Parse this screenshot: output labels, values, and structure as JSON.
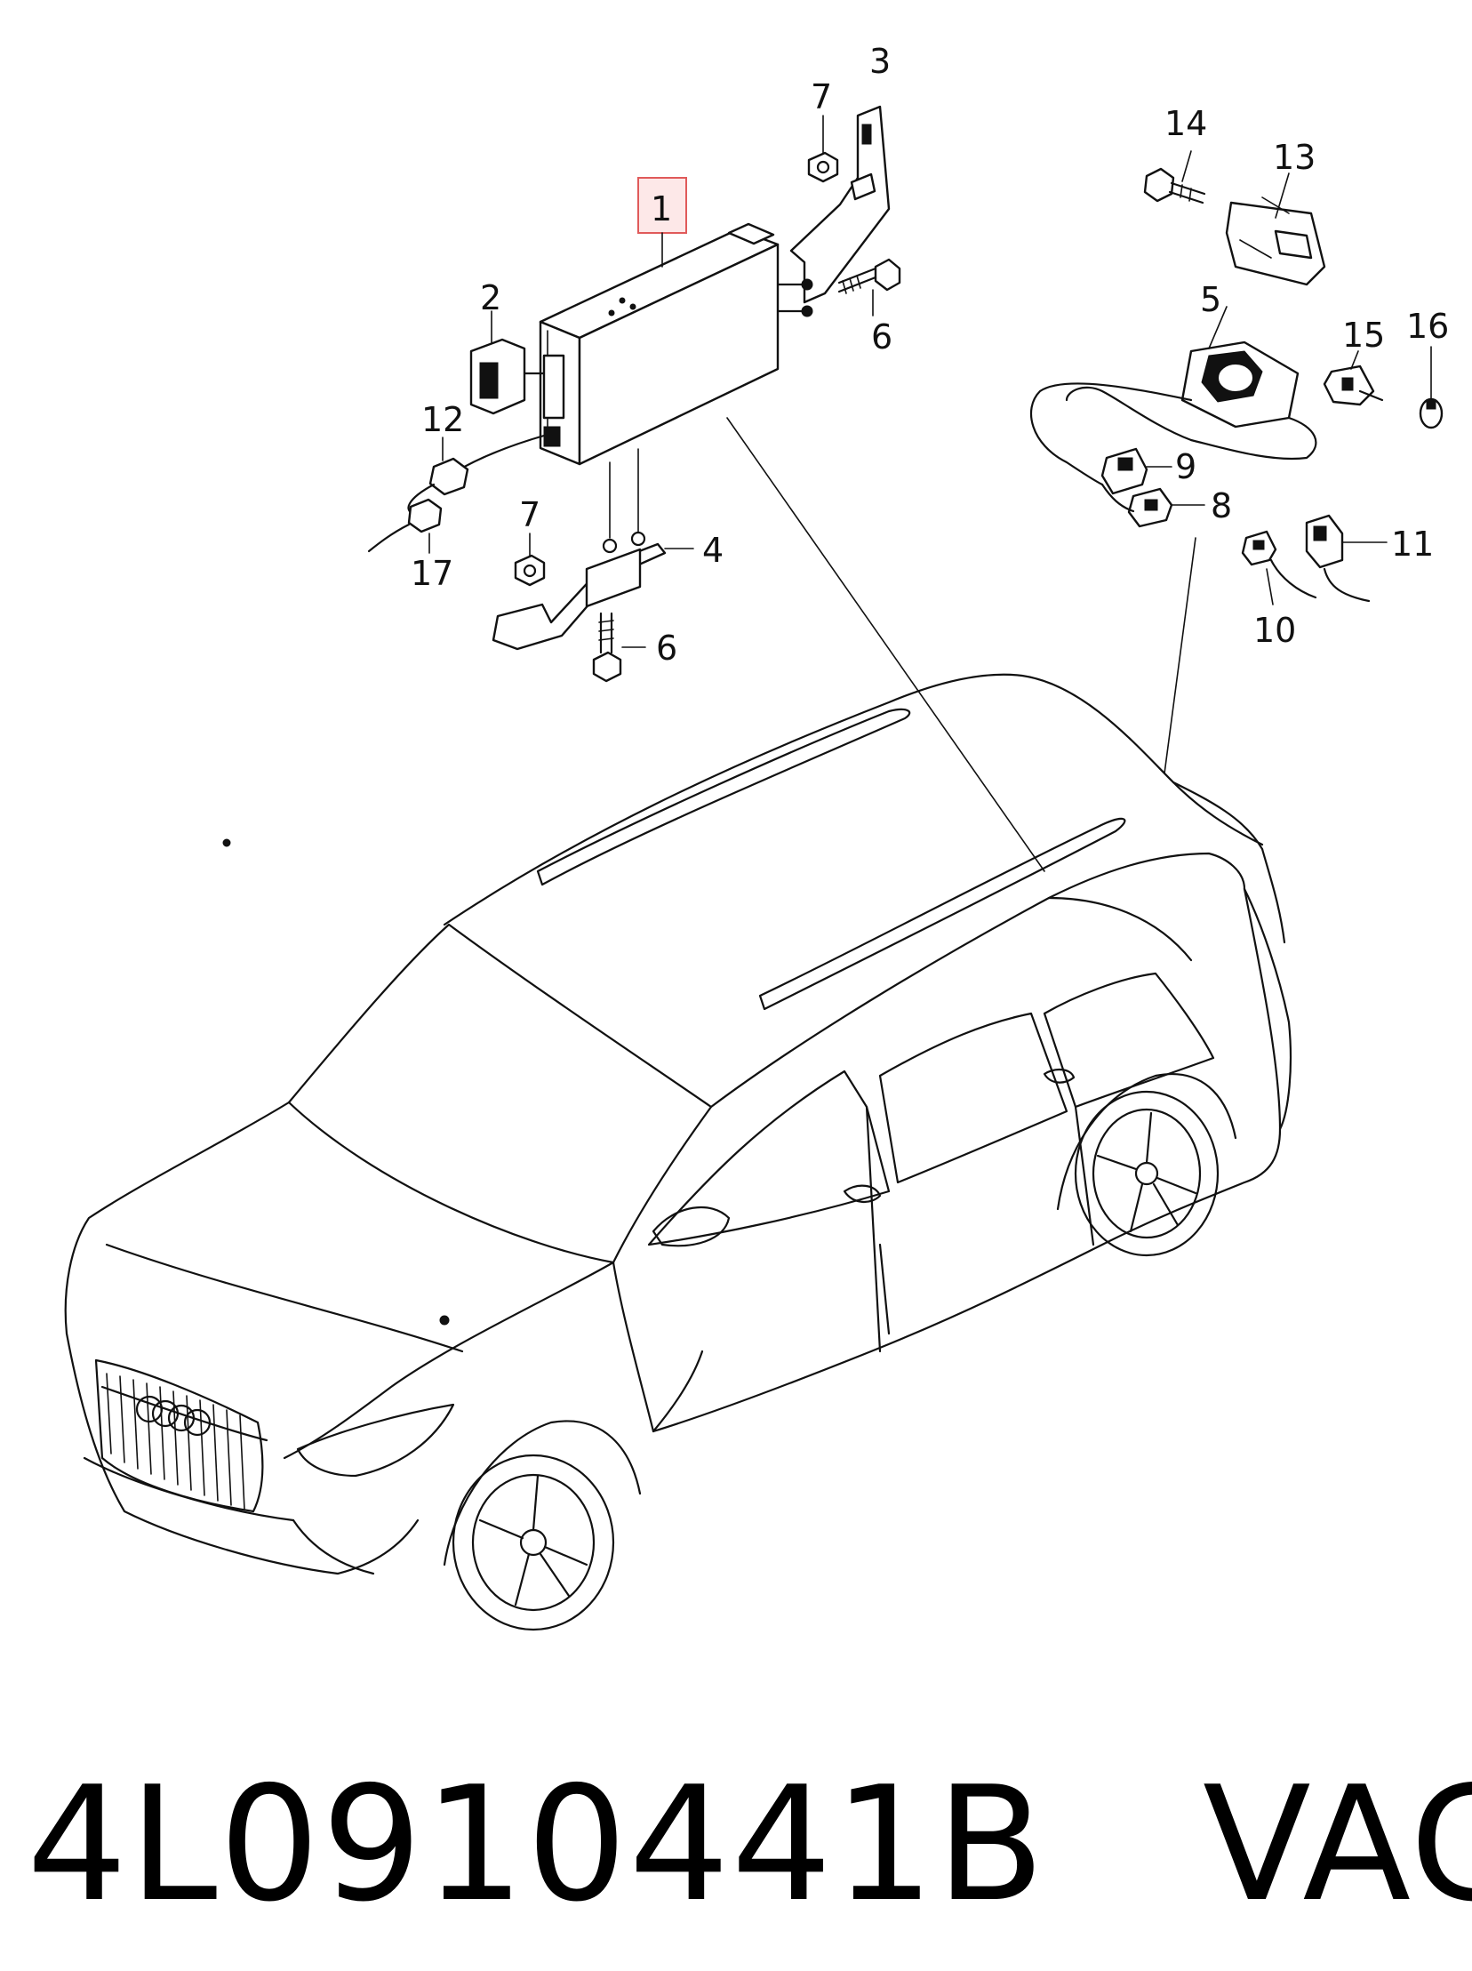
{
  "callouts": [
    {
      "id": "1",
      "text": "1"
    },
    {
      "id": "2",
      "text": "2"
    },
    {
      "id": "3",
      "text": "3"
    },
    {
      "id": "4",
      "text": "4"
    },
    {
      "id": "5",
      "text": "5"
    },
    {
      "id": "6a",
      "text": "6"
    },
    {
      "id": "6b",
      "text": "6"
    },
    {
      "id": "7a",
      "text": "7"
    },
    {
      "id": "7b",
      "text": "7"
    },
    {
      "id": "8",
      "text": "8"
    },
    {
      "id": "9",
      "text": "9"
    },
    {
      "id": "10",
      "text": "10"
    },
    {
      "id": "11",
      "text": "11"
    },
    {
      "id": "12",
      "text": "12"
    },
    {
      "id": "13",
      "text": "13"
    },
    {
      "id": "14",
      "text": "14"
    },
    {
      "id": "15",
      "text": "15"
    },
    {
      "id": "16",
      "text": "16"
    },
    {
      "id": "17",
      "text": "17"
    }
  ],
  "highlighted_callout": "1",
  "part_number": "4L0910441B",
  "brand": "VAG",
  "colors": {
    "line": "#111111",
    "highlight_fill": "#fde8e8",
    "highlight_stroke": "#e05a5a"
  }
}
